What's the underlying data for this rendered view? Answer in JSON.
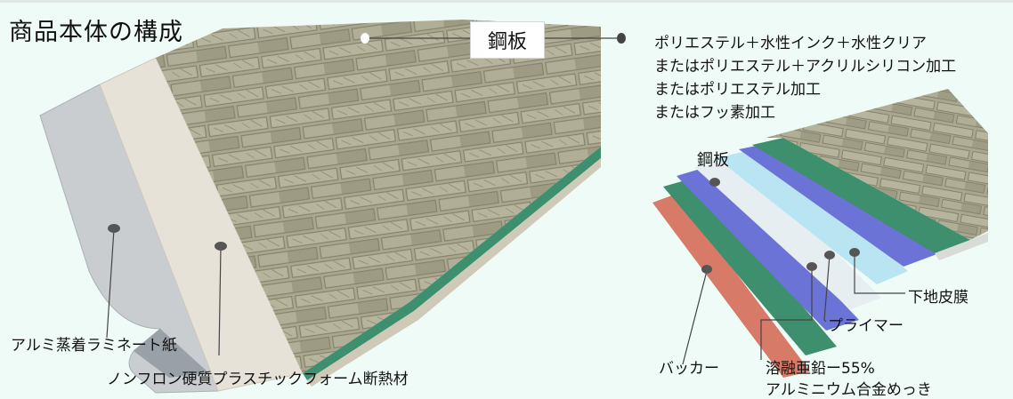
{
  "title": "商品本体の構成",
  "callouts": {
    "steel_plate_main": "鋼板",
    "steel_plate_detail": "鋼板",
    "aluminum_paper": "アルミ蒸着ラミネート紙",
    "insulation": "ノンフロン硬質プラスチックフォーム断熱材",
    "backer": "バッカー",
    "primer": "プライマー",
    "undercoat": "下地皮膜",
    "plating_line1": "溶融亜鉛ー55%",
    "plating_line2": "アルミニウム合金めっき"
  },
  "coating_options": [
    "ポリエステル＋水性インク＋水性クリア",
    "またはポリエステル＋アクリルシリコン加工",
    "またはポリエステル加工",
    "またはフッ素加工"
  ],
  "colors": {
    "background": "#eefbf6",
    "panel_face": "#a8a690",
    "foam": "#e7e2d7",
    "foil": "#c9cdd0",
    "green_layer": "#3e8f6e",
    "blue_layer": "#6b73d6",
    "light_blue_layer": "#b9e4f2",
    "backer": "#d77a68"
  }
}
